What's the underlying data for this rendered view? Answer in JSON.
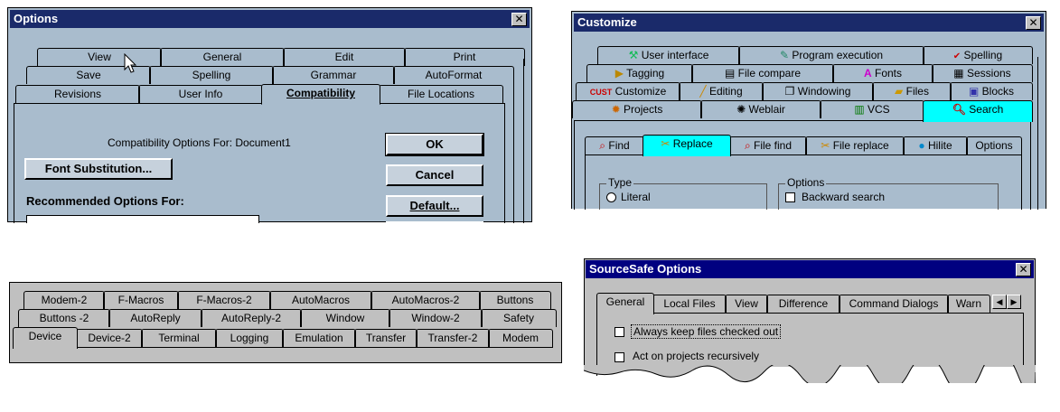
{
  "options": {
    "title": "Options",
    "close": "✕",
    "tabs_row1": [
      "View",
      "General",
      "Edit",
      "Print"
    ],
    "tabs_row2": [
      "Save",
      "Spelling",
      "Grammar",
      "AutoFormat"
    ],
    "tabs_row3": [
      "Revisions",
      "User Info",
      "Compatibility",
      "File Locations"
    ],
    "compat_text": "Compatibility Options For: Document1",
    "font_sub": "Font Substitution...",
    "recommended": "Recommended Options For:",
    "ok": "OK",
    "cancel": "Cancel",
    "default": "Default..."
  },
  "customize": {
    "title": "Customize",
    "close": "✕",
    "tabs_row1": [
      "User interface",
      "Program execution",
      "Spelling"
    ],
    "tabs_row2": [
      "Tagging",
      "File compare",
      "Fonts",
      "Sessions"
    ],
    "tabs_row3": [
      "Customize",
      "Editing",
      "Windowing",
      "Files",
      "Blocks"
    ],
    "tabs_row4": [
      "Projects",
      "Weblair",
      "VCS",
      "Search"
    ],
    "subtabs": [
      "Find",
      "Replace",
      "File find",
      "File replace",
      "Hilite",
      "Options"
    ],
    "type_group": "Type",
    "literal": "Literal",
    "options_group": "Options",
    "backward": "Backward search",
    "highlight": "#00ffff",
    "icons_row1": [
      "user-interface-icon",
      "program-execution-icon",
      "spelling-icon"
    ],
    "icons_row2": [
      "tagging-icon",
      "file-compare-icon",
      "fonts-icon",
      "sessions-icon"
    ],
    "icons_row3": [
      "customize-icon",
      "editing-icon",
      "windowing-icon",
      "files-icon",
      "blocks-icon"
    ],
    "icons_row4": [
      "projects-icon",
      "weblair-icon",
      "vcs-icon",
      "search-icon"
    ],
    "icons_sub": [
      "find-icon",
      "replace-icon",
      "file-find-icon",
      "file-replace-icon",
      "hilite-icon"
    ]
  },
  "terminal": {
    "tabs_row1": [
      "Modem-2",
      "F-Macros",
      "F-Macros-2",
      "AutoMacros",
      "AutoMacros-2",
      "Buttons"
    ],
    "tabs_row2": [
      "Buttons -2",
      "AutoReply",
      "AutoReply-2",
      "Window",
      "Window-2",
      "Safety"
    ],
    "tabs_row3": [
      "Device",
      "Device-2",
      "Terminal",
      "Logging",
      "Emulation",
      "Transfer",
      "Transfer-2",
      "Modem"
    ]
  },
  "sourcesafe": {
    "title": "SourceSafe Options",
    "close": "✕",
    "tabs": [
      "General",
      "Local Files",
      "View",
      "Difference",
      "Command Dialogs",
      "Warn"
    ],
    "check1": "Always keep files checked out",
    "check2": "Act on projects recursively"
  }
}
